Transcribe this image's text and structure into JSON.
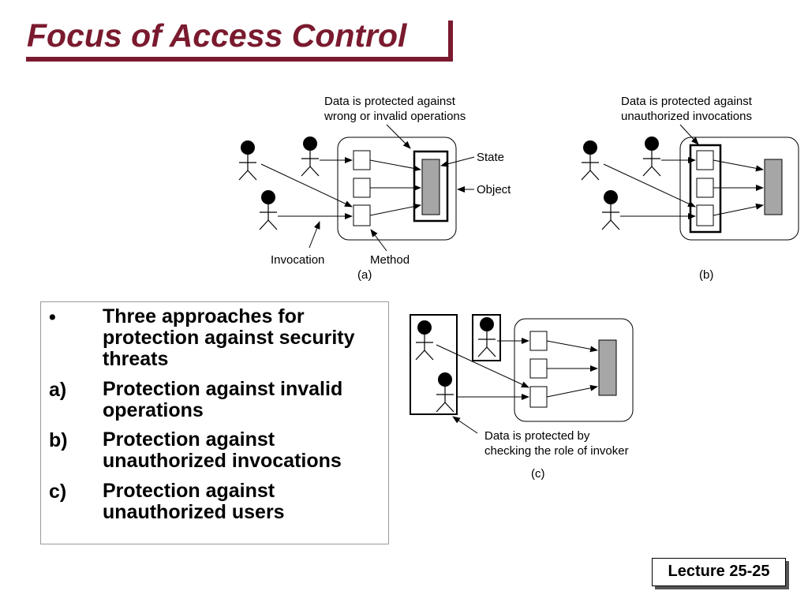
{
  "slide": {
    "title": "Focus of Access Control",
    "footer": "Lecture 25-25"
  },
  "bullets": [
    {
      "marker": "•",
      "text": "Three approaches for protection against security threats"
    },
    {
      "marker": "a)",
      "text": "Protection against invalid operations"
    },
    {
      "marker": "b)",
      "text": "Protection against unauthorized invocations"
    },
    {
      "marker": "c)",
      "text": "Protection against unauthorized users"
    }
  ],
  "diagram_a": {
    "caption": "(a)",
    "note_line1": "Data is protected against",
    "note_line2": "wrong or invalid operations",
    "label_state": "State",
    "label_object": "Object",
    "label_invocation": "Invocation",
    "label_method": "Method"
  },
  "diagram_b": {
    "caption": "(b)",
    "note_line1": "Data is protected against",
    "note_line2": "unauthorized invocations"
  },
  "diagram_c": {
    "caption": "(c)",
    "note_line1": "Data is protected by",
    "note_line2": "checking the role of invoker"
  },
  "colors": {
    "title": "#7a1a2e",
    "title_shadow": "#7a1a2e",
    "state_fill": "#a6a6a6"
  }
}
